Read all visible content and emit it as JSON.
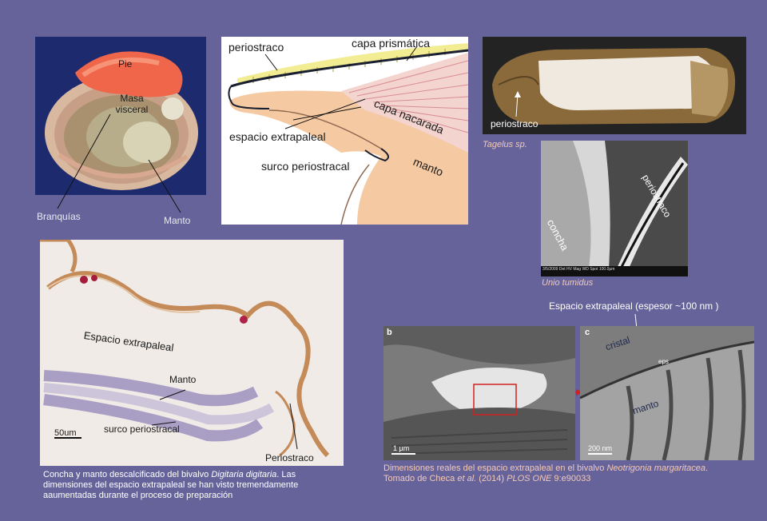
{
  "panel_clam": {
    "labels": {
      "pie": "Pie",
      "masa_visceral": "Masa\nvisceral",
      "branquias": "Branquías",
      "manto": "Manto"
    }
  },
  "panel_diagram": {
    "labels": {
      "periostraco": "periostraco",
      "capa_prismatica": "capa prismática",
      "capa_nacarada": "capa nacarada",
      "espacio_extrapaleal": "espacio extrapaleal",
      "surco_periostracal": "surco periostracal",
      "manto": "manto"
    }
  },
  "panel_tagelus": {
    "label": "periostraco",
    "caption": "Tagelus sp."
  },
  "panel_unio": {
    "label_concha": "concha",
    "label_periostraco": "periostraco",
    "sem_bar": "3/5/2009  Det  HV  Mag  WD  Spot          100.0µm",
    "caption": "Unio tumidus"
  },
  "panel_histology": {
    "labels": {
      "espacio_extrapaleal": "Espacio extrapaleal",
      "manto": "Manto",
      "surco_periostracal": "surco periostracal",
      "periostraco": "Periostraco"
    },
    "scale": "50um",
    "caption_parts": {
      "p1": "Concha  y manto descalcificado del bivalvo ",
      "species": "Digitaria digitaria",
      "p2": ". Las dimensiones del espacio extrapaleal se han visto tremendamente aaumentadas durante el proceso de preparación"
    }
  },
  "panel_tem": {
    "top_label": "Espacio extrapaleal (espesor ~100 nm )",
    "letter_b": "b",
    "letter_c": "c",
    "scale_b": "1 µm",
    "scale_c": "200 nm",
    "label_cristal": "cristal",
    "label_eps": "eps",
    "label_manto": "manto",
    "caption_parts": {
      "p1": "Dimensiones reales del espacio extrapaleal en el bivalvo ",
      "species": "Neotrigonia margaritacea",
      "p2": ". Tomado de  Checa ",
      "etal": "et al.",
      "p3": " (2014) ",
      "journal": "PLOS ONE",
      "p4": " 9:e90033"
    }
  },
  "colors": {
    "background": "#66639a",
    "caption_pink": "#f3c9b8"
  }
}
